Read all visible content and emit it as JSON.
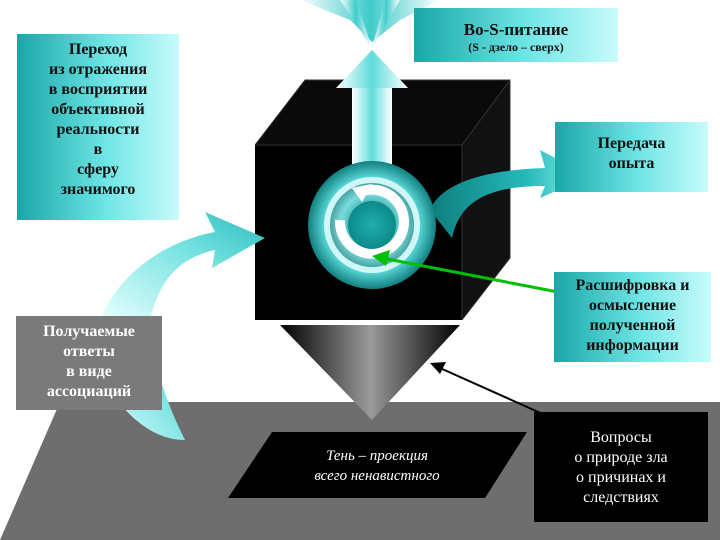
{
  "boxes": {
    "transition": {
      "lines": [
        "Переход",
        "из отражения",
        "в восприятии",
        "объективной",
        "реальности",
        "в",
        "сферу",
        "значимого"
      ]
    },
    "bo_s_nutrition": {
      "title": "Во-S-питание",
      "subtitle": "(S - дзело – сверх)"
    },
    "experience_transfer": {
      "lines": [
        "Передача",
        "опыта"
      ]
    },
    "decoding": {
      "lines": [
        "Расшифровка и",
        "осмысление",
        "полученной",
        "информации"
      ]
    },
    "answers": {
      "lines": [
        "Получаемые",
        "ответы",
        "в виде",
        "ассоциаций"
      ]
    },
    "shadow": {
      "lines": [
        "Тень – проекция",
        "всего ненавистного"
      ]
    },
    "questions": {
      "lines": [
        "Вопросы",
        "о природе зла",
        "о причинах и",
        "следствиях"
      ]
    }
  },
  "colors": {
    "teal_dark": "#19a7a7",
    "teal_light": "#c9fbfb",
    "cube": "#000000",
    "floor": "#6e6e6e",
    "green_arrow": "#00c000"
  }
}
